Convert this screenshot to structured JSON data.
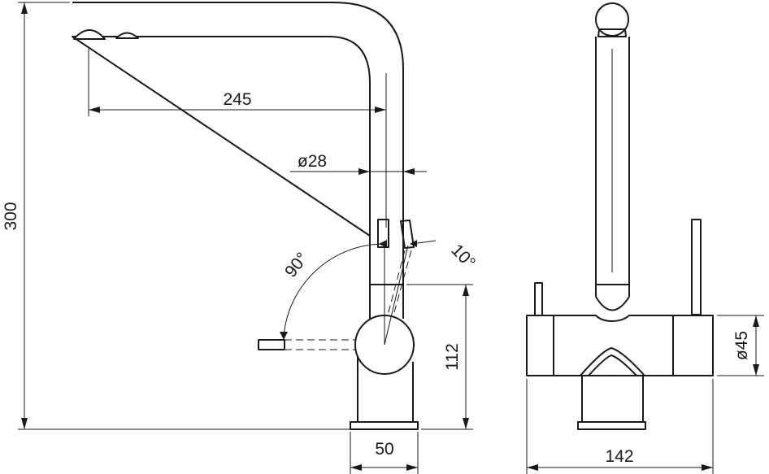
{
  "drawing": {
    "dimensions": {
      "spout_reach": "245",
      "pipe_diameter": "ø28",
      "overall_height": "300",
      "lever_swing": "90°",
      "lever_tilt": "10°",
      "body_height": "112",
      "base_width": "50",
      "overall_width": "142",
      "body_diameter": "ø45"
    }
  }
}
